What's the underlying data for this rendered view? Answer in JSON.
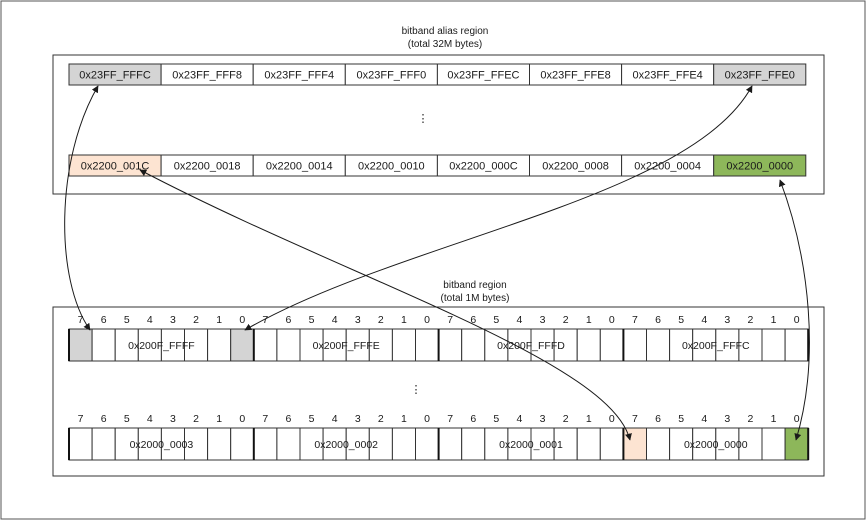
{
  "alias_region": {
    "title": "bitband alias region",
    "subtitle": "(total 32M bytes)",
    "top_row": [
      "0x23FF_FFFC",
      "0x23FF_FFF8",
      "0x23FF_FFF4",
      "0x23FF_FFF0",
      "0x23FF_FFEC",
      "0x23FF_FFE8",
      "0x23FF_FFE4",
      "0x23FF_FFE0"
    ],
    "bottom_row": [
      "0x2200_001C",
      "0x2200_0018",
      "0x2200_0014",
      "0x2200_0010",
      "0x2200_000C",
      "0x2200_0008",
      "0x2200_0004",
      "0x2200_0000"
    ],
    "ellipsis": "⋮"
  },
  "bitband_region": {
    "title": "bitband region",
    "subtitle": "(total 1M bytes)",
    "bit_numbers": [
      "7",
      "6",
      "5",
      "4",
      "3",
      "2",
      "1",
      "0"
    ],
    "top_bytes": [
      "0x200F_FFFF",
      "0x200F_FFFE",
      "0x200F_FFFD",
      "0x200F_FFFC"
    ],
    "bottom_bytes": [
      "0x2000_0003",
      "0x2000_0002",
      "0x2000_0001",
      "0x2000_0000"
    ],
    "ellipsis": "⋮"
  },
  "colors": {
    "gray_highlight": "#d4d4d4",
    "peach_highlight": "#fde4d2",
    "green_highlight": "#8db75a",
    "border": "#333333"
  }
}
